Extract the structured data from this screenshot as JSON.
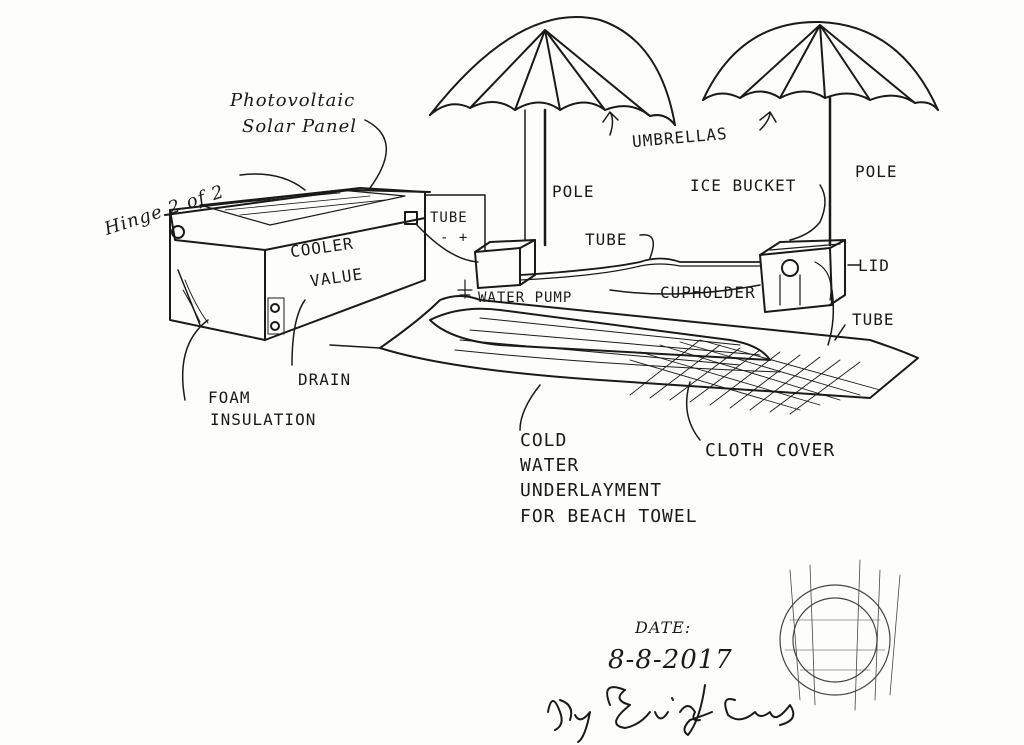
{
  "labels": {
    "solar_panel_1": "Photovoltaic",
    "solar_panel_2": "Solar Panel",
    "hinge": "Hinge 2 of 2",
    "cooler": "COOLER",
    "value": "VALUE",
    "tube_left": "TUBE",
    "plus_minus": "- +",
    "water_pump": "WATER PUMP",
    "pole_left": "POLE",
    "tube_mid": "TUBE",
    "umbrellas": "UMBRELLAS",
    "ice_bucket": "ICE BUCKET",
    "pole_right": "POLE",
    "lid": "LID",
    "cupholder": "CUPHOLDER",
    "tube_right": "TUBE",
    "drain": "DRAIN",
    "foam_1": "FOAM",
    "foam_2": "INSULATION",
    "cold_1": "COLD",
    "cold_2": "WATER",
    "cold_3": "UNDERLAYMENT",
    "cold_4": "FOR BEACH TOWEL",
    "cloth_cover": "CLOTH COVER",
    "date_label": "DATE:",
    "date_value": "8-8-2017"
  },
  "signature": "By Eric J Crews",
  "stamp": "notary seal"
}
